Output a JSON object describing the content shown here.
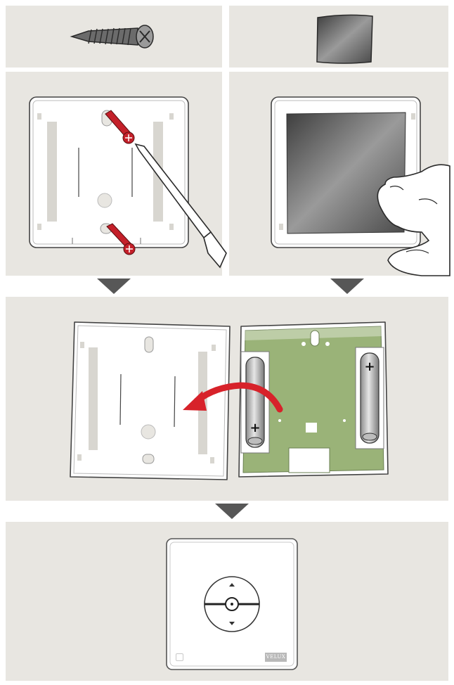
{
  "title": "",
  "colors": {
    "panel": "#e8e6e1",
    "arrow": "#575757",
    "screw_red": "#c4202a",
    "pcb_green": "#9ab378",
    "pad": "#d8d6d0",
    "velux_badge": "#b9b9b9"
  },
  "steps": [
    {
      "id": "parts-screw",
      "icon": "screw-icon"
    },
    {
      "id": "parts-pad",
      "icon": "adhesive-pad-icon"
    },
    {
      "id": "mount-with-screws",
      "icon": "screwdriver-icon"
    },
    {
      "id": "mount-with-adhesive",
      "icon": "hand-icon"
    },
    {
      "id": "insert-batteries",
      "icon": "battery-icon"
    },
    {
      "id": "attach-front",
      "icon": "remote-control-icon"
    }
  ],
  "battery_marks": [
    "+",
    "+"
  ],
  "brand_label": "VELUX"
}
